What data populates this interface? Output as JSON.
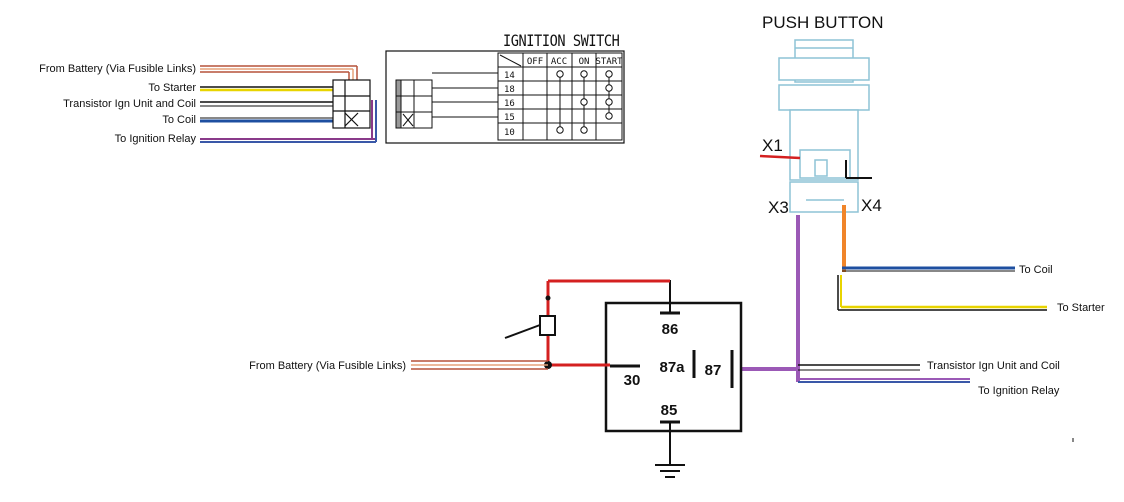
{
  "ignition_switch": {
    "title": "IGNITION SWITCH",
    "columns": [
      "OFF",
      "ACC",
      "ON",
      "START"
    ],
    "rows": [
      "14",
      "18",
      "16",
      "15",
      "10"
    ]
  },
  "harness_labels": {
    "from_battery": "From Battery (Via Fusible Links)",
    "to_starter": "To Starter",
    "transistor": "Transistor Ign Unit and Coil",
    "to_coil": "To Coil",
    "to_ignition_relay": "To Ignition Relay"
  },
  "push_button": {
    "title": "PUSH BUTTON",
    "x1": "X1",
    "x3": "X3",
    "x4": "X4"
  },
  "relay": {
    "pins": [
      "86",
      "30",
      "87a",
      "87",
      "85"
    ]
  },
  "right_labels": {
    "to_coil": "To Coil",
    "to_starter": "To Starter",
    "transistor": "Transistor Ign Unit and Coil",
    "to_ignition_relay": "To Ignition Relay"
  },
  "relay_input_label": "From Battery (Via Fusible Links)"
}
